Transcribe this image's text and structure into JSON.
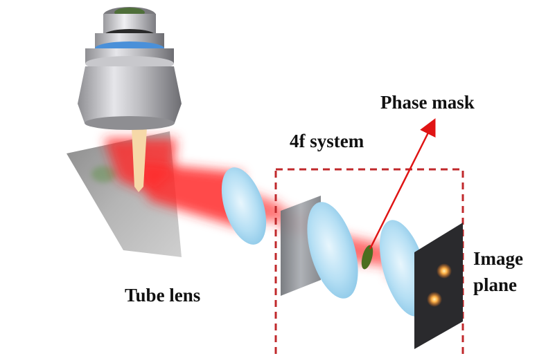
{
  "labels": {
    "tube_lens": "Tube lens",
    "four_f_system": "4f system",
    "phase_mask": "Phase mask",
    "image_line1": "Image",
    "image_line2": "plane"
  },
  "colors": {
    "beam": "#ff2a2a",
    "dashed_box": "#c0282b",
    "arrow": "#e01414",
    "lens": "#a9d9f2",
    "objective_body": "#a9a9ad",
    "objective_ring": "#4a90d9",
    "mask": "#4b6e1f"
  },
  "icons": {
    "objective": "microscope-objective-icon",
    "sample": "sample-slide-icon",
    "lens": "lens-icon",
    "phase_mask": "phase-mask-icon",
    "image_plane": "image-plane-icon"
  }
}
